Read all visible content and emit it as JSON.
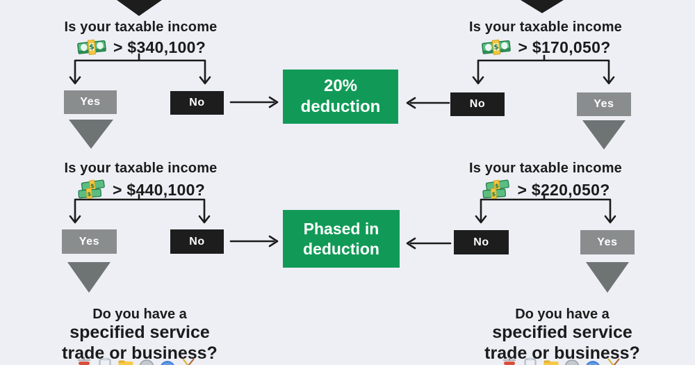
{
  "palette": {
    "background": "#edeff5",
    "green": "#119a57",
    "black_box": "#1d1d1d",
    "gray_box": "#8a8d8e",
    "gray_triangle": "#6e7374",
    "line_color": "#1b1b1b",
    "text_color": "#1b1b1b",
    "white": "#ffffff"
  },
  "decisions": {
    "top_left": {
      "question_line1": "Is your taxable income",
      "question_line2": "> $340,100?",
      "money_icon": "banknote-icon",
      "yes": "Yes",
      "no": "No"
    },
    "top_right": {
      "question_line1": "Is your taxable income",
      "question_line2": "> $170,050?",
      "money_icon": "banknote-icon",
      "yes": "Yes",
      "no": "No"
    },
    "mid_left": {
      "question_line1": "Is your taxable income",
      "question_line2": "> $440,100?",
      "money_icon": "banknotes-stack-icon",
      "yes": "Yes",
      "no": "No"
    },
    "mid_right": {
      "question_line1": "Is your taxable income",
      "question_line2": "> $220,050?",
      "money_icon": "banknotes-stack-icon",
      "yes": "Yes",
      "no": "No"
    }
  },
  "outcomes": {
    "full": {
      "line1": "20%",
      "line2": "deduction"
    },
    "phased": {
      "line1": "Phased in",
      "line2": "deduction"
    }
  },
  "bottom_questions": {
    "left": {
      "line1": "Do you have a",
      "line2": "specified service",
      "line3": "trade or business?"
    },
    "right": {
      "line1": "Do you have a",
      "line2": "specified service",
      "line3": "trade or business?"
    }
  },
  "sstb_icons": [
    "scales-icon",
    "clipboard-icon",
    "folder-icon",
    "ball-icon",
    "cap-icon",
    "crossed-tools-icon"
  ]
}
